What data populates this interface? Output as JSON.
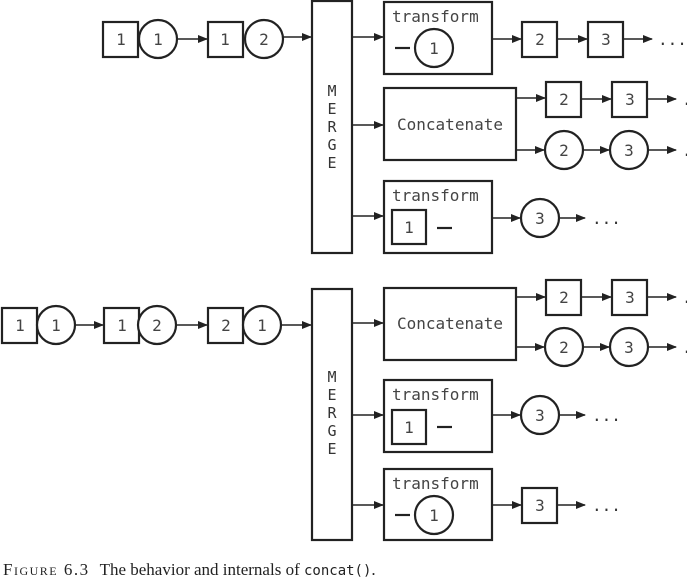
{
  "top": {
    "input": [
      "1",
      "1",
      "1",
      "2"
    ],
    "merge_letters": [
      "M",
      "E",
      "R",
      "G",
      "E"
    ],
    "transform1": {
      "label": "transform",
      "item": "1"
    },
    "transform1_out": [
      "2",
      "3"
    ],
    "concat": {
      "label": "Concatenate",
      "squares": [
        "2",
        "3"
      ],
      "circles": [
        "2",
        "3"
      ]
    },
    "transform2": {
      "label": "transform",
      "item": "1"
    },
    "transform2_out": [
      "3"
    ]
  },
  "bottom": {
    "input": [
      "1",
      "1",
      "1",
      "2",
      "2",
      "1"
    ],
    "merge_letters": [
      "M",
      "E",
      "R",
      "G",
      "E"
    ],
    "concat": {
      "label": "Concatenate",
      "squares": [
        "2",
        "3"
      ],
      "circles": [
        "2",
        "3"
      ]
    },
    "transform1": {
      "label": "transform",
      "item": "1"
    },
    "transform1_out": [
      "3"
    ],
    "transform2": {
      "label": "transform",
      "item": "1"
    },
    "transform2_out": [
      "3"
    ]
  },
  "ellipsis": "...",
  "caption": {
    "figure": "Figure 6.3",
    "text": "The behavior and internals of ",
    "code": "concat()",
    "end": "."
  }
}
